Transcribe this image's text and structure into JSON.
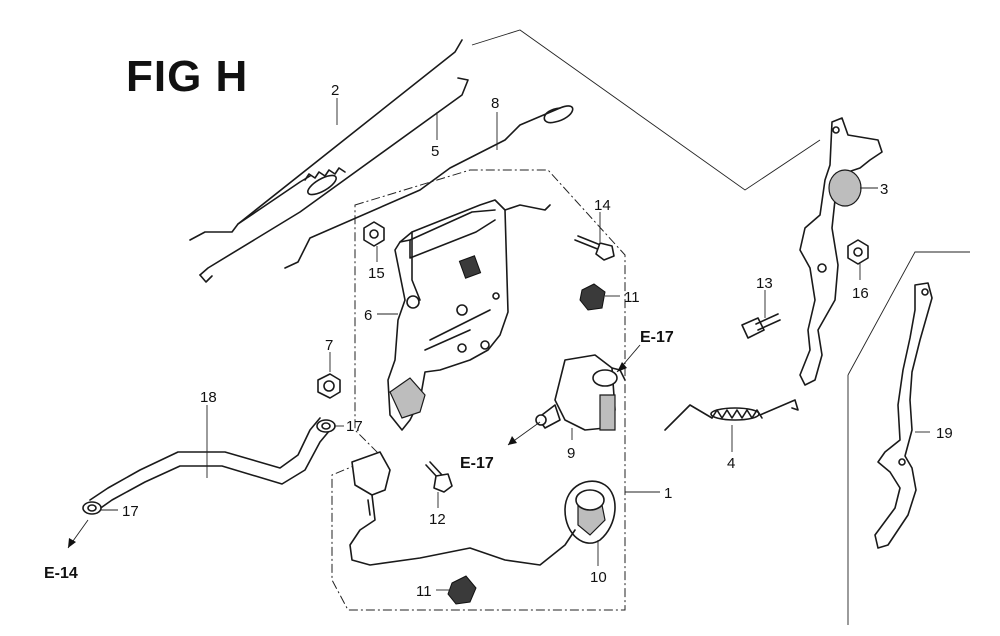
{
  "figure": {
    "title": "FIG H"
  },
  "callouts": {
    "c1": "1",
    "c2": "2",
    "c3": "3",
    "c4": "4",
    "c5": "5",
    "c6": "6",
    "c7": "7",
    "c8": "8",
    "c9": "9",
    "c10": "10",
    "c11a": "11",
    "c11b": "11",
    "c12": "12",
    "c13": "13",
    "c14": "14",
    "c15": "15",
    "c16": "16",
    "c17a": "17",
    "c17b": "17",
    "c18": "18",
    "c19": "19"
  },
  "references": {
    "e17_top": "E-17",
    "e17_bottom": "E-17",
    "e14": "E-14"
  }
}
